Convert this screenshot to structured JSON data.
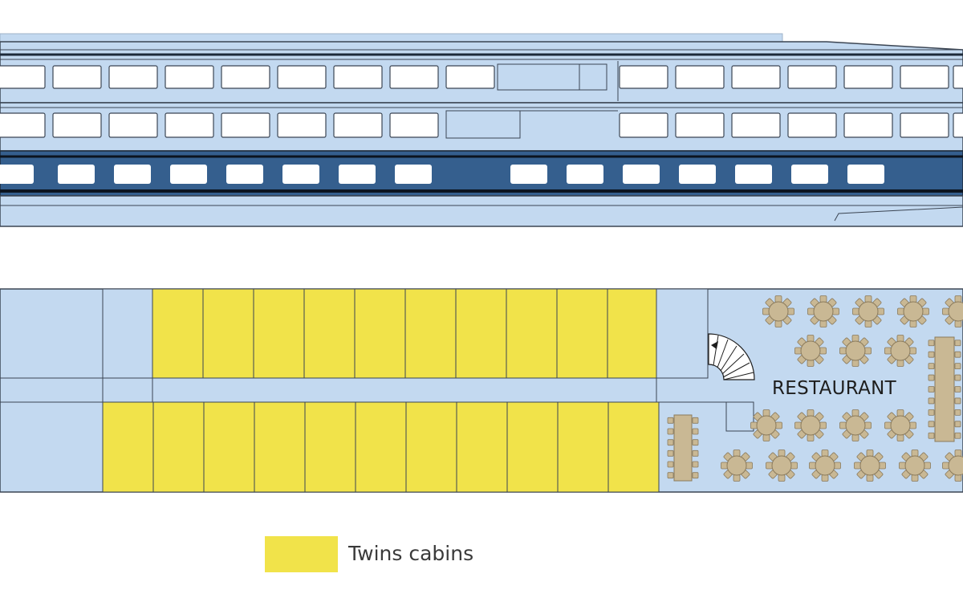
{
  "colors": {
    "hull": "#c3d9f0",
    "hull_dark": "#355f8e",
    "outline": "#3b4553",
    "window": "#ffffff",
    "cabin": "#f1e34a",
    "furniture": "#c9b894",
    "furniture_outline": "#8a7a5c"
  },
  "deck_plan": {
    "restaurant_label": "RESTAURANT",
    "twin_cabins_upper_count": 10,
    "twin_cabins_lower_count": 11
  },
  "legend": {
    "twins_cabins_label": "Twins cabins"
  }
}
